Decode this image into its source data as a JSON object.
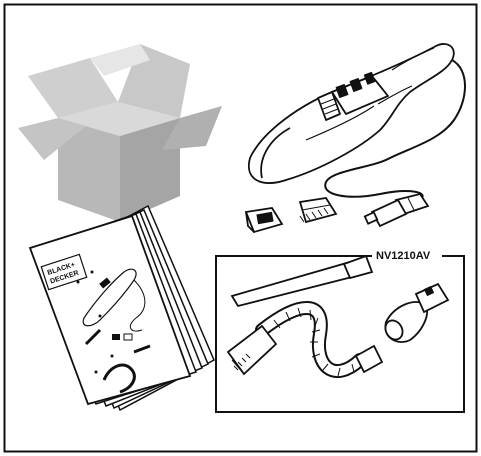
{
  "model_box": {
    "label": "NV1210AV"
  },
  "manual": {
    "brand_line1": "BLACK+",
    "brand_line2": "DECKER"
  },
  "icons": [
    "box-icon",
    "handheld-vacuum-icon",
    "car-charger-icon",
    "manual-icon",
    "accessory-kit-icon"
  ]
}
